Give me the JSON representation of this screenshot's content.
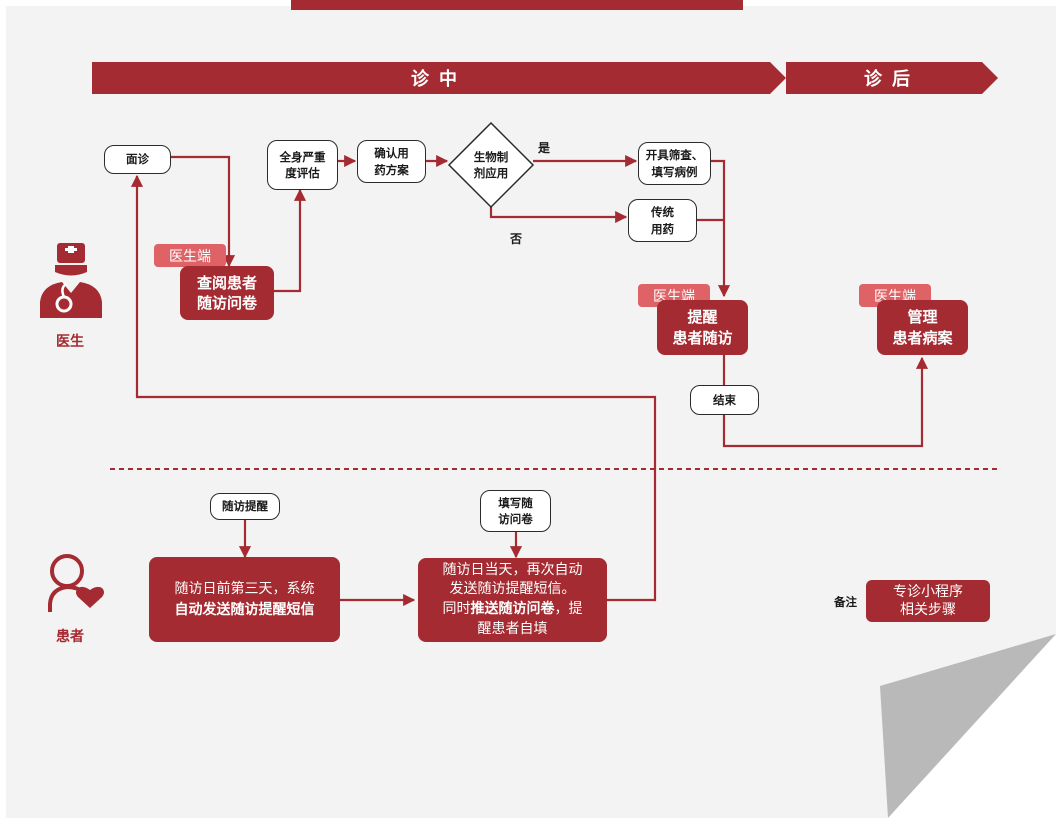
{
  "phases": {
    "during": "诊中",
    "after": "诊后"
  },
  "roles": {
    "doctor": "医生",
    "patient": "患者"
  },
  "tags": {
    "doctor_side": "医生端"
  },
  "nodes": {
    "face_consult": "面诊",
    "severity_l1": "全身严重",
    "severity_l2": "度评估",
    "confirm_l1": "确认用",
    "confirm_l2": "药方案",
    "biologic_l1": "生物制",
    "biologic_l2": "剂应用",
    "screening_l1": "开具筛查、",
    "screening_l2": "填写病例",
    "traditional_l1": "传统",
    "traditional_l2": "用药",
    "end": "结束",
    "followup_reminder": "随访提醒",
    "fill_l1": "填写随",
    "fill_l2": "访问卷"
  },
  "doctor_actions": {
    "review_l1": "查阅患者",
    "review_l2": "随访问卷",
    "remind_l1": "提醒",
    "remind_l2": "患者随访",
    "manage_l1": "管理",
    "manage_l2": "患者病案"
  },
  "decision": {
    "yes": "是",
    "no": "否"
  },
  "patient_actions": {
    "sms_l1": "随访日前第三天，系统",
    "sms_l2": "自动发送随访提醒短信",
    "day_l1": "随访日当天，再次自动",
    "day_l2": "发送随访提醒短信。",
    "day_l3a": "同时",
    "day_l3b": "推送随访问卷",
    "day_l3c": "，提",
    "day_l4": "醒患者自填"
  },
  "legend": {
    "label": "备注",
    "box_l1": "专诊小程序",
    "box_l2": "相关步骤"
  },
  "colors": {
    "brand": "#a42b31",
    "tag": "#df6266",
    "fold": "#b9b9b9"
  }
}
